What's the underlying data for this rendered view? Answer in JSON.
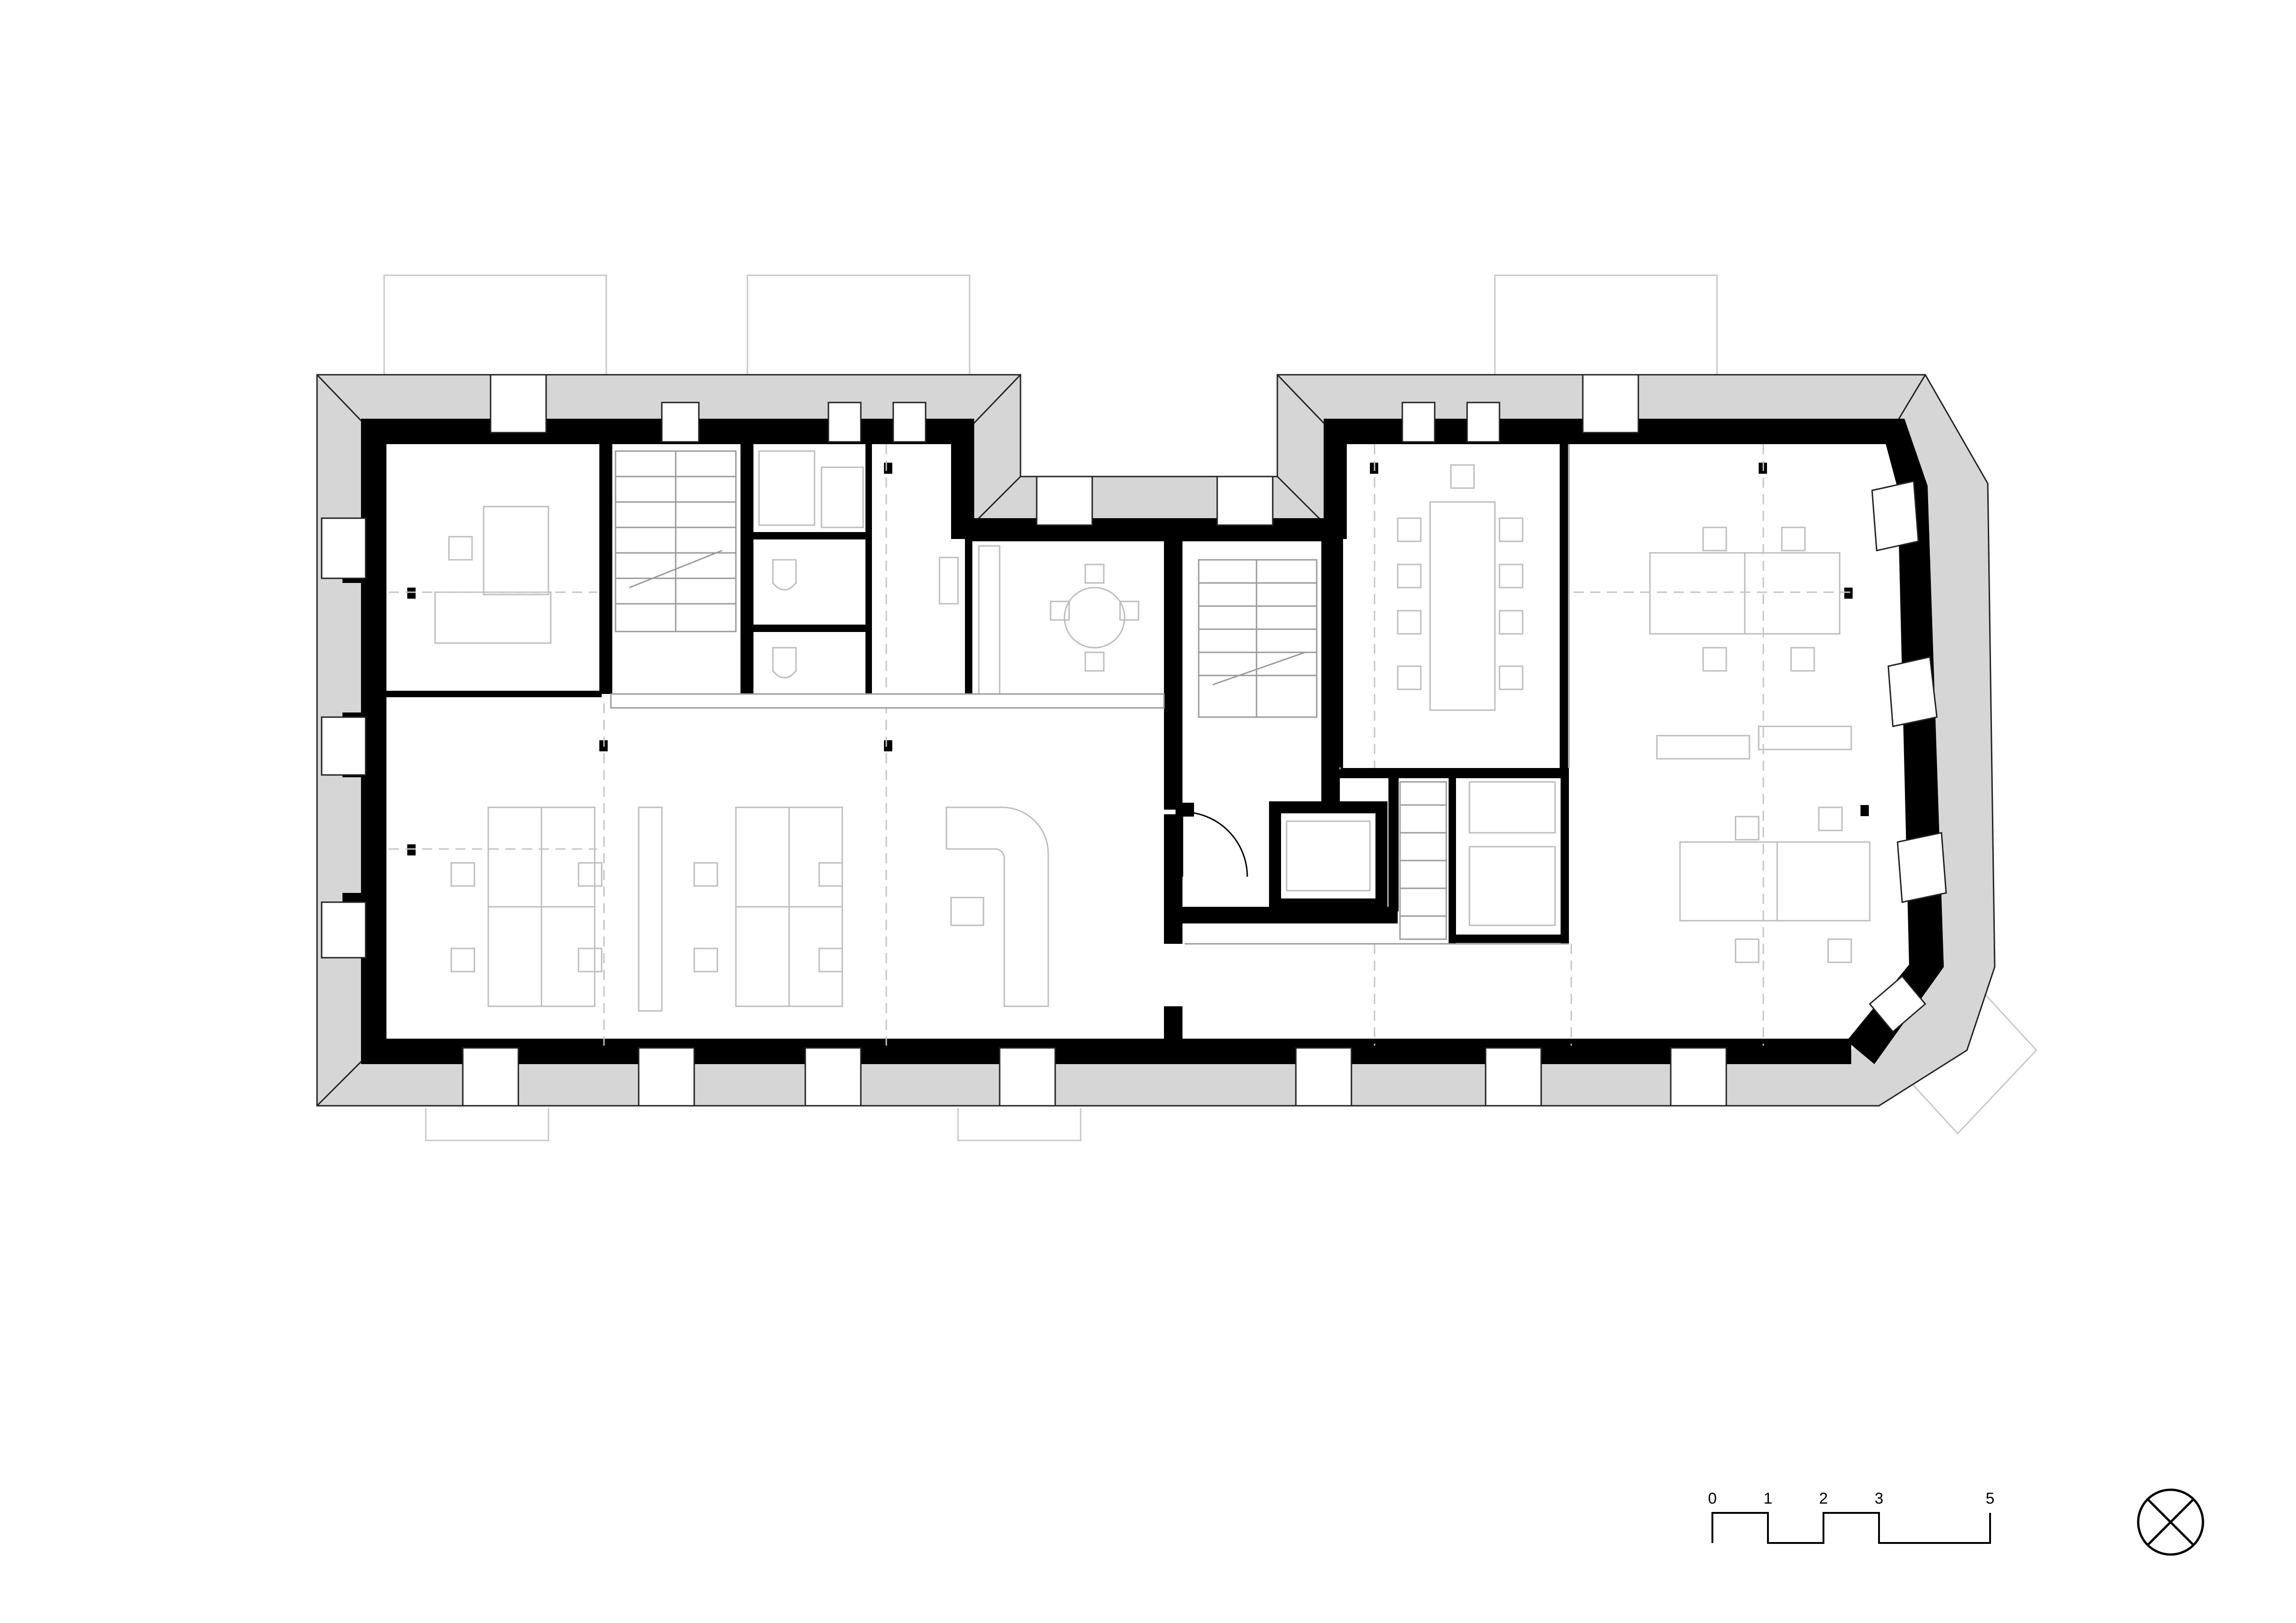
{
  "colors": {
    "background": "#ffffff",
    "wall_poche": "#000000",
    "facade_masonry": "#d6d6d6",
    "furniture_line": "#bdbdbd",
    "window_fill": "#ffffff"
  },
  "scale_bar": {
    "ticks": [
      "0",
      "1",
      "2",
      "3",
      "5"
    ],
    "tick_meters": [
      0,
      1,
      2,
      3,
      5
    ]
  },
  "north_symbol": {
    "icon": "circle-x-north-icon"
  }
}
